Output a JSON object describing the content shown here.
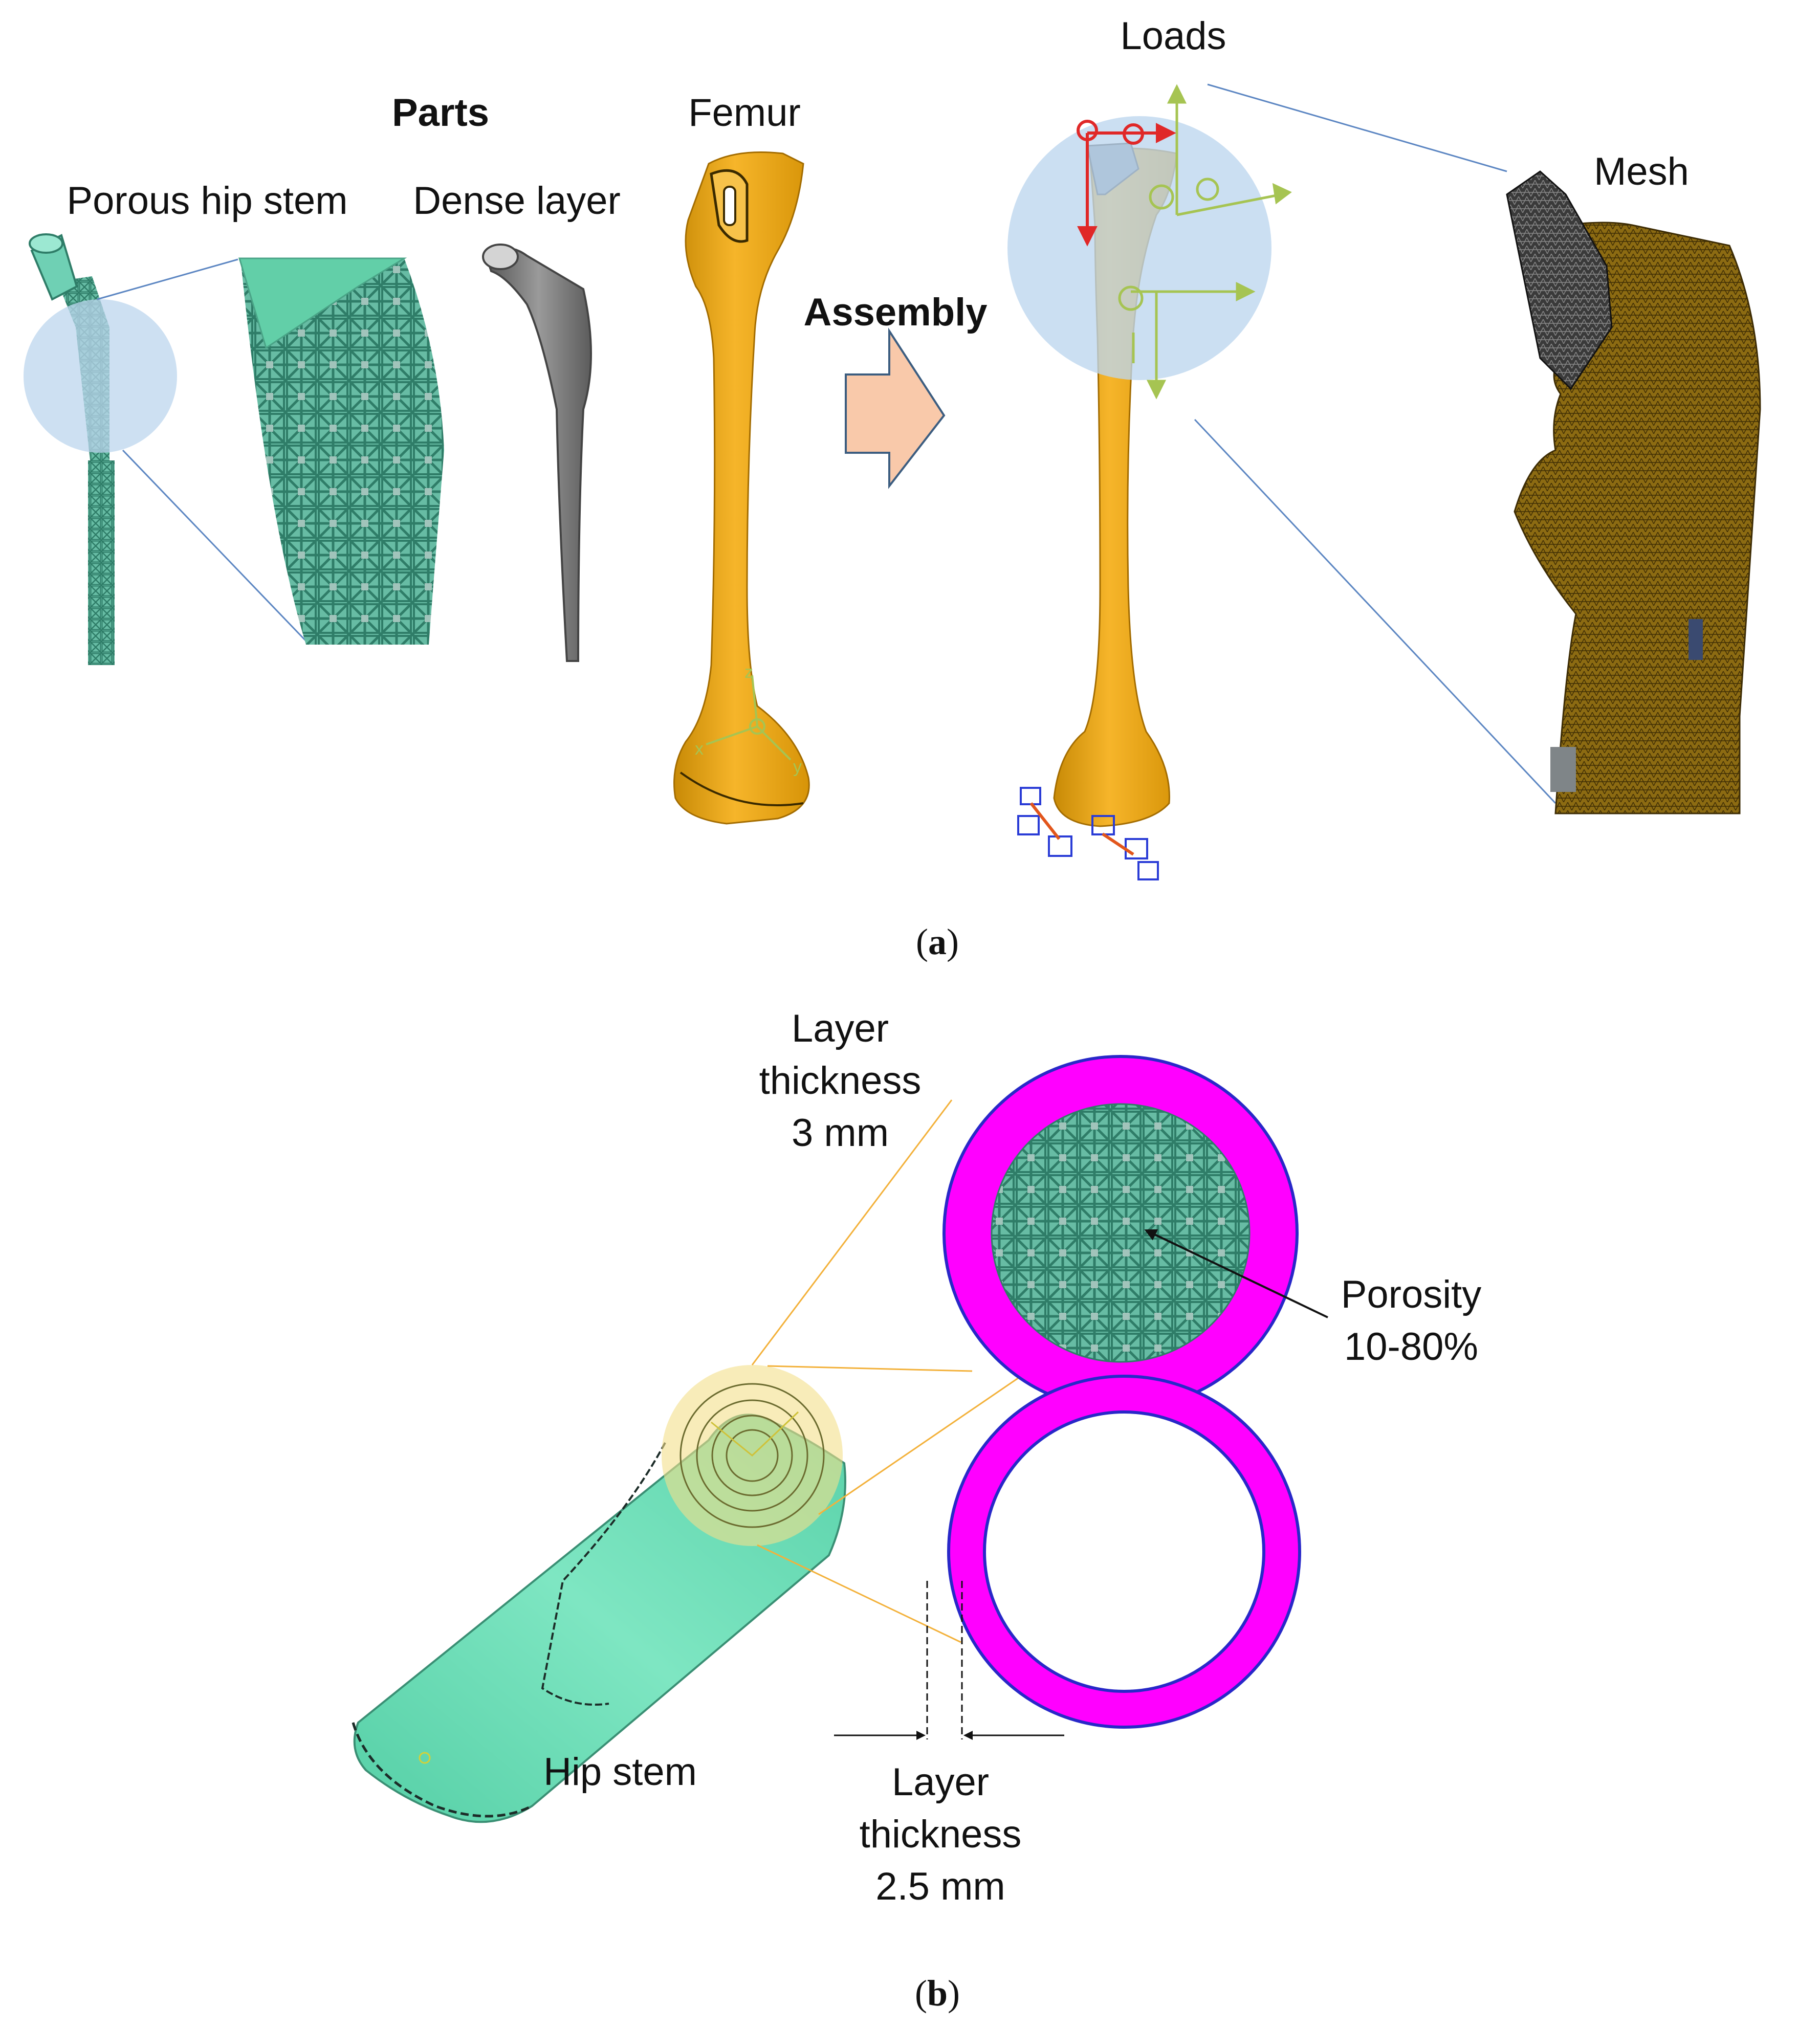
{
  "panel_a": {
    "caption_letter": "a",
    "labels": {
      "parts": "Parts",
      "porous_hip_stem": "Porous hip stem",
      "dense_layer": "Dense layer",
      "femur": "Femur",
      "assembly": "Assembly",
      "loads": "Loads",
      "mesh": "Mesh"
    },
    "axis_letters": {
      "z": "z",
      "x": "x",
      "y": "y"
    }
  },
  "panel_b": {
    "caption_letter": "b",
    "labels": {
      "layer_thickness_top": "Layer\nthickness\n3 mm",
      "porosity": "Porosity\n10-80%",
      "hip_stem": "Hip stem",
      "layer_thickness_bottom": "Layer\nthickness\n2.5 mm"
    }
  },
  "colors": {
    "lattice_green": "#5fb39a",
    "stem_green": "#62dbb2",
    "bone_orange": "#f0a810",
    "dense_gray": "#777777",
    "mesh_dark": "#333333",
    "mesh_bone": "#8a6a14",
    "arrow_fill": "#f9c9aa",
    "arrow_outline": "#3c5d80",
    "circle_highlight": "#bcd6ee",
    "layer_magenta": "#ff00ff",
    "layer_outline": "#2828c8",
    "load_arrow_green": "#a6c452",
    "load_arrow_red": "#e02828",
    "boundary_blue": "#2a3cd6",
    "zoom_line": "#f3b13a"
  }
}
